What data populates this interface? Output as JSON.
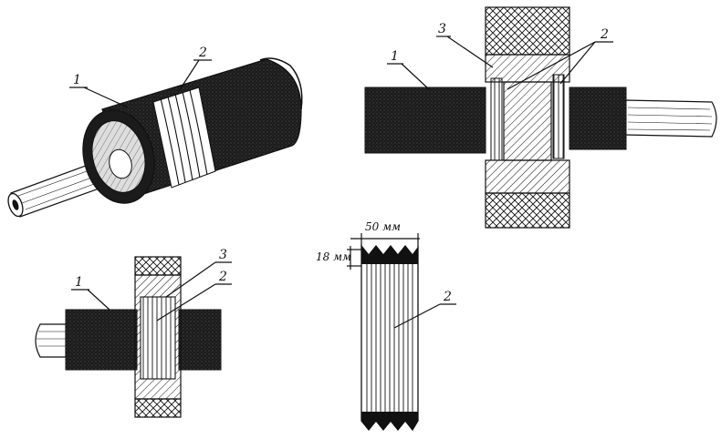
{
  "labels": {
    "fig1_one": "1",
    "fig1_two": "2",
    "fig2_one": "1",
    "fig2_two": "2",
    "fig2_three": "3",
    "fig3_one": "1",
    "fig3_two": "2",
    "fig3_three": "3",
    "fig4_two": "2",
    "dim_width": "50 мм",
    "dim_pitch": "18 мм"
  },
  "colors": {
    "ink": "#111111",
    "paper": "#ffffff",
    "insulation": "#1b1b1b"
  }
}
